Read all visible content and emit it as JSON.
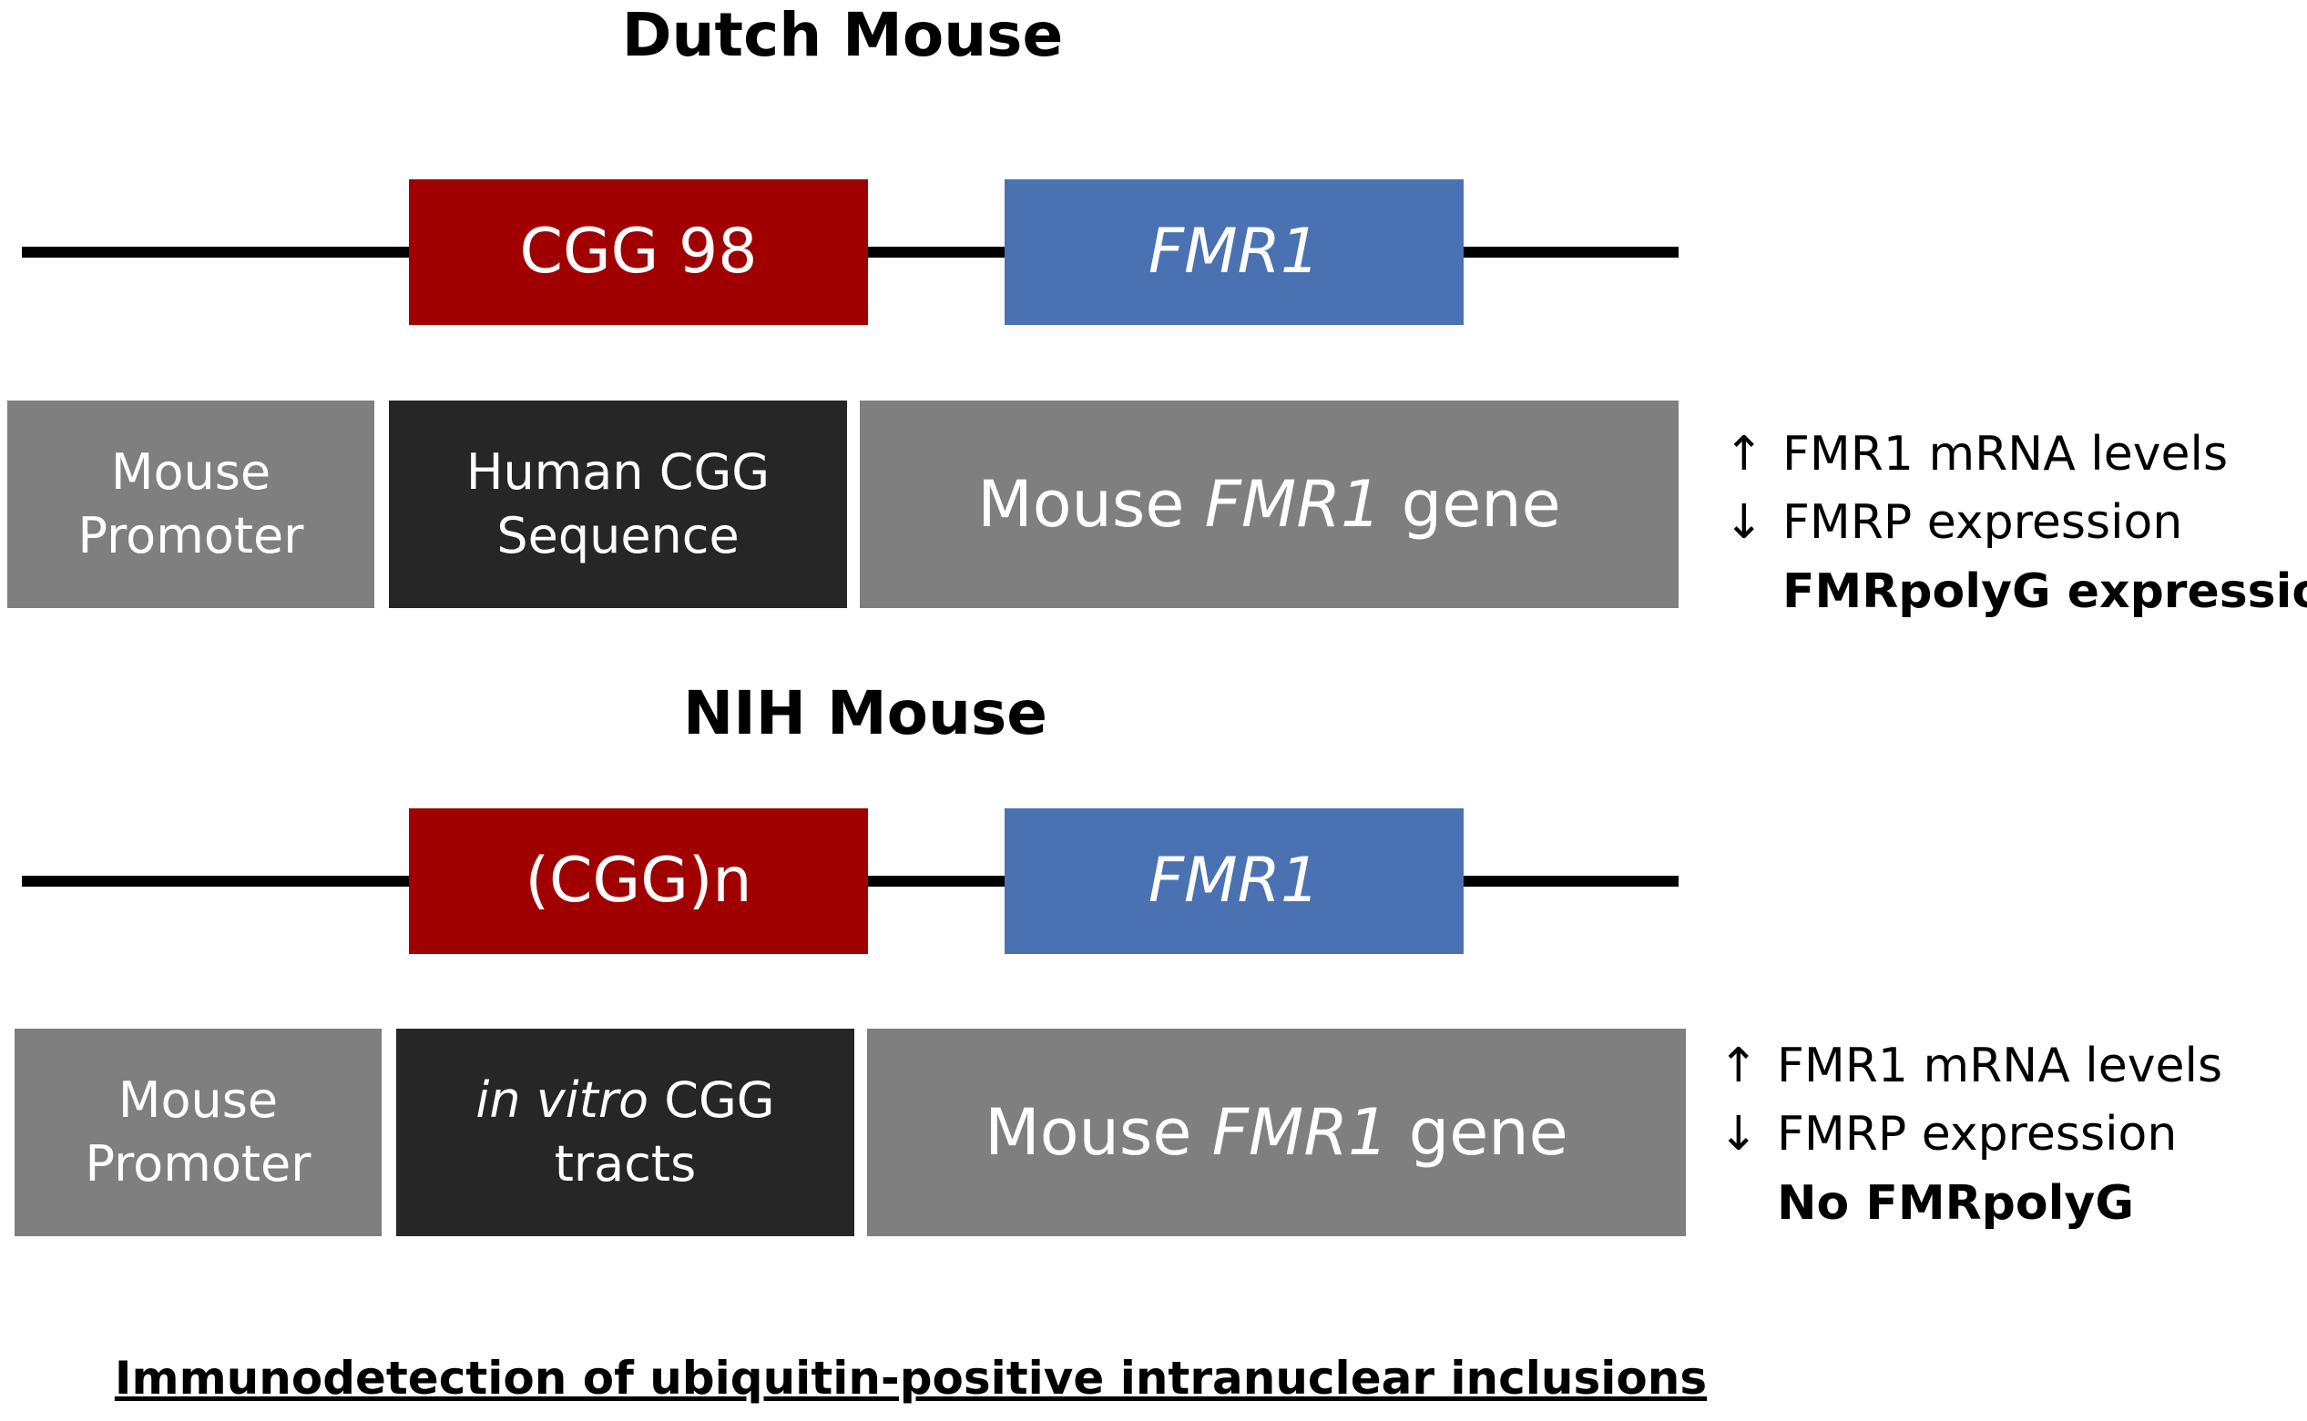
{
  "dutch": {
    "title": "Dutch Mouse",
    "repeat_label": "CGG 98",
    "gene_label": "FMR1",
    "segments": {
      "promoter_line1": "Mouse",
      "promoter_line2": "Promoter",
      "insert_line1": "Human CGG",
      "insert_line2": "Sequence",
      "gene_prefix": "Mouse ",
      "gene_italic": "FMR1",
      "gene_suffix": " gene"
    },
    "notes": {
      "line1_arrow": "↑",
      "line1_text": "FMR1 mRNA levels",
      "line2_arrow": "↓",
      "line2_text": "FMRP expression",
      "line3_text": "FMRpolyG expression"
    }
  },
  "nih": {
    "title": "NIH Mouse",
    "repeat_label": "(CGG)n",
    "gene_label": "FMR1",
    "segments": {
      "promoter_line1": "Mouse",
      "promoter_line2": "Promoter",
      "insert_italic": "in vitro",
      "insert_line1_suffix": " CGG",
      "insert_line2": "tracts",
      "gene_prefix": "Mouse ",
      "gene_italic": "FMR1",
      "gene_suffix": " gene"
    },
    "notes": {
      "line1_arrow": "↑",
      "line1_text": "FMR1 mRNA levels",
      "line2_arrow": "↓",
      "line2_text": "FMRP expression",
      "line3_text": "No FMRpolyG"
    }
  },
  "footer": "Immunodetection of ubiquitin-positive intranuclear inclusions",
  "colors": {
    "repeat": "#a00000",
    "gene": "#4a72b3",
    "segment_gray": "#7f7f7f",
    "segment_dark": "#262626"
  }
}
